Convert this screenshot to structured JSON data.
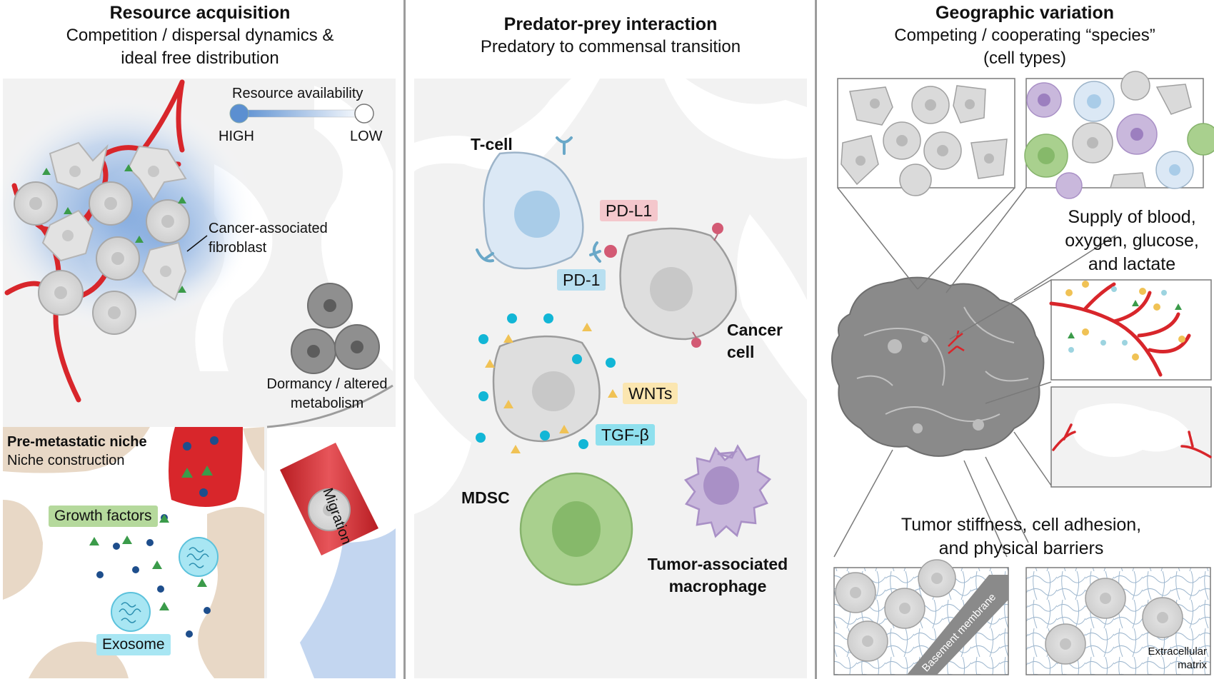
{
  "panels": [
    {
      "title": "Resource acquisition",
      "subtitle_1": "Competition / dispersal dynamics &",
      "subtitle_2": "ideal free distribution",
      "gradient_title": "Resource availability",
      "gradient_high": "HIGH",
      "gradient_low": "LOW",
      "caf_label_1": "Cancer-associated",
      "caf_label_2": "fibroblast",
      "dormancy_1": "Dormancy / altered",
      "dormancy_2": "metabolism",
      "niche_title": "Pre-metastatic niche",
      "niche_subtitle": "Niche construction",
      "growth_factors": "Growth factors",
      "exosome": "Exosome",
      "migration": "Migration"
    },
    {
      "title": "Predator-prey interaction",
      "subtitle": "Predatory to commensal transition",
      "t_cell": "T-cell",
      "pd_l1": "PD-L1",
      "pd_1": "PD-1",
      "cancer_1": "Cancer",
      "cancer_2": "cell",
      "wnts": "WNTs",
      "tgf": "TGF-β",
      "mdsc": "MDSC",
      "tam_1": "Tumor-associated",
      "tam_2": "macrophage"
    },
    {
      "title": "Geographic variation",
      "subtitle_1": "Competing / cooperating “species”",
      "subtitle_2": "(cell types)",
      "supply_1": "Supply of blood,",
      "supply_2": "oxygen, glucose,",
      "supply_3": "and lactate",
      "stiff_1": "Tumor stiffness, cell adhesion,",
      "stiff_2": "and physical barriers",
      "basement": "Basement membrane",
      "ecm_1": "Extracellular",
      "ecm_2": "matrix"
    }
  ],
  "colors": {
    "vessel_red": "#d8262b",
    "resource_blue": "#5b8fd1",
    "cell_gray": "#d9d9d9",
    "tcell_blue": "#dbe8f5",
    "mdsc_green": "#a9d08e",
    "tam_purple": "#c9b8dc",
    "pdl1_pink": "#f4c7cc",
    "pd1_blue": "#b8dff0",
    "wnt_yellow": "#fbe6b0",
    "tgf_cyan": "#8fe0ee",
    "growth_green": "#b5d99c",
    "exosome_cyan": "#a8e6f3",
    "niche_beige": "#e8d8c6"
  }
}
